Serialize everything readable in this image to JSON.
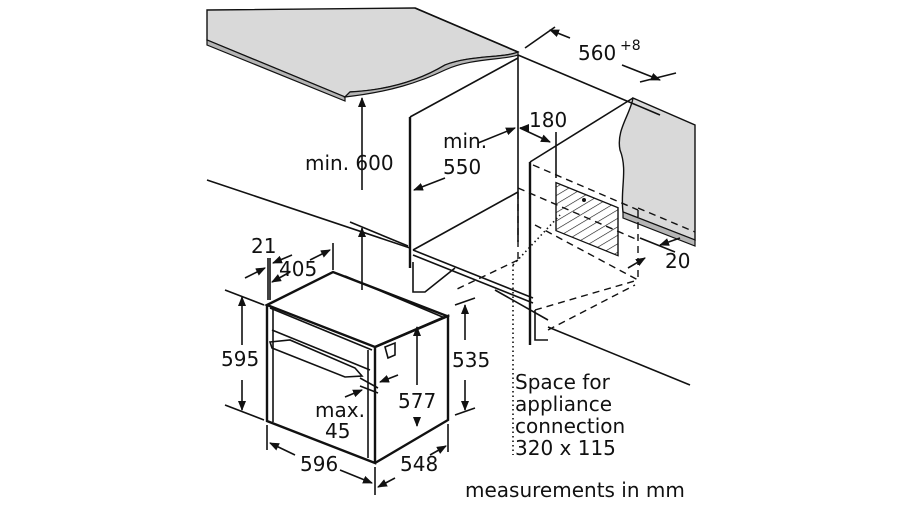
{
  "labels": {
    "min_height": "min. 600",
    "min_depth_prefix": "min.",
    "min_depth_value": "550",
    "niche_width": "560",
    "niche_width_tolerance": "+8",
    "vent_depth": "180",
    "gap_20": "20",
    "front_21": "21",
    "depth_405": "405",
    "height_595": "595",
    "height_535": "535",
    "height_577": "577",
    "handle_max_prefix": "max.",
    "handle_max_value": "45",
    "width_596": "596",
    "depth_548": "548",
    "connection_line1": "Space for",
    "connection_line2": "appliance",
    "connection_line3": "connection",
    "connection_line4": "320 x 115",
    "units_note": "measurements in mm"
  },
  "colors": {
    "countertop": "#d9d9d9",
    "line": "#111111"
  }
}
